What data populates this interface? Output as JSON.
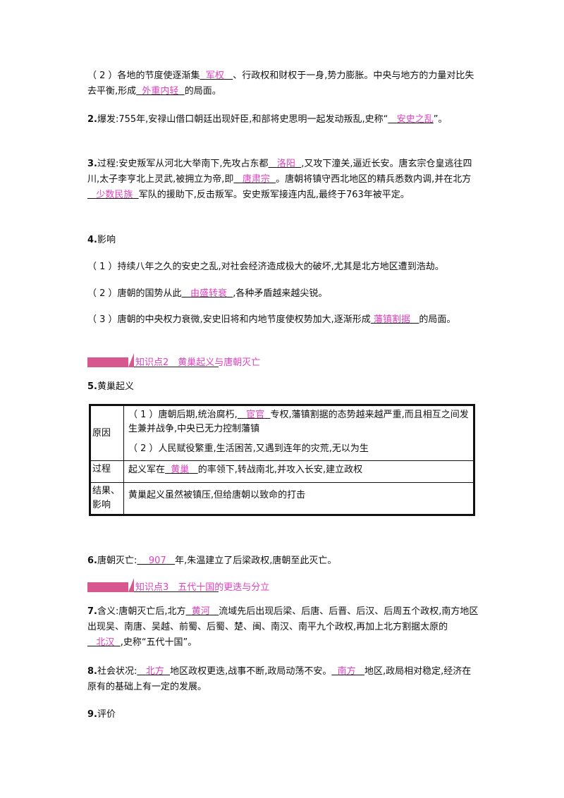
{
  "p1": {
    "a": "（ 2 ）各地的节度使逐渐集",
    "f1": "军权",
    "b": "、行政权和财权于一身,势力膨胀。中央与地方的力量对比失去平衡,形成",
    "f2": "外重内轻",
    "c": "的局面。"
  },
  "p2": {
    "n": "2.",
    "a": "爆发:755年,安禄山借口朝廷出现奸臣,和部将史思明一起发动叛乱,史称“",
    "f1": "安史之乱",
    "b": "”。"
  },
  "p3": {
    "n": "3.",
    "a": "过程:安史叛军从河北大举南下,先攻占东都",
    "f1": "洛阳",
    "b": ",又攻下潼关,逼近长安。唐玄宗仓皇逃往四川,太子李亨北上灵武,被拥立为帝,即",
    "f2": "唐肃宗",
    "c": "。唐朝将镇守西北地区的精兵悉数内调,并在北方",
    "f3": "少数民族",
    "d": "军队的援助下,反击叛军。安史叛军接连内乱,最终于763年被平定。"
  },
  "p4": {
    "n": "4.",
    "a": "影响"
  },
  "p5": {
    "a": "（ 1 ）持续八年之久的安史之乱,对社会经济造成极大的破坏,尤其是北方地区遭到浩劫。"
  },
  "p6": {
    "a": "（ 2 ）唐朝的国势从此",
    "f1": "由盛转衰",
    "b": ",各种矛盾越来越尖锐。"
  },
  "p7": {
    "a": "（ 3 ）唐朝的中央权力衰微,安史旧将和内地节度使权势加大,逐渐形成",
    "f1": "藩镇割据",
    "b": "的局面。"
  },
  "kp2": {
    "label": "知识点2　黄巢起义与唐朝灭亡"
  },
  "p8": {
    "n": "5.",
    "a": "黄巢起义"
  },
  "table": {
    "h1": "原因",
    "r1a": "（ 1 ）唐朝后期,统治腐朽,",
    "r1f": "宦官",
    "r1b": "专权,藩镇割据的态势越来越严重,而且相互之间发生兼并战争,中央已无力控制藩镇",
    "r1c": "（ 2 ）人民赋役繁重,生活困苦,又遇到连年的灾荒,无以为生",
    "h2": "过程",
    "r2a": "起义军在",
    "r2f": "黄巢",
    "r2b": "的率领下,转战南北,并攻入长安,建立政权",
    "h3": "结果、影响",
    "r3": "黄巢起义虽然被镇压,但给唐朝以致命的打击"
  },
  "p9": {
    "n": "6.",
    "a": "唐朝灭亡:",
    "f1": "907",
    "b": "年,朱温建立了后梁政权,唐朝至此灭亡。"
  },
  "kp3": {
    "label": "知识点3　五代十国的更迭与分立"
  },
  "p10": {
    "n": "7.",
    "a": "含义:唐朝灭亡后,北方",
    "f1": "黄河",
    "b": "流域先后出现后梁、后唐、后晋、后汉、后周五个政权,南方地区出现吴、南唐、吴越、前蜀、后蜀、楚、闽、南汉、南平九个政权,再加上北方割据太原的",
    "f2": "北汉",
    "c": ",史称“五代十国”。"
  },
  "p11": {
    "n": "8.",
    "a": "社会状况:",
    "f1": "北方",
    "b": "地区政权更迭,战事不断,政局动荡不安。",
    "f2": "南方",
    "c": "地区,政局相对稳定,经济在原有的基础上有一定的发展。"
  },
  "p12": {
    "n": "9.",
    "a": "评价"
  }
}
